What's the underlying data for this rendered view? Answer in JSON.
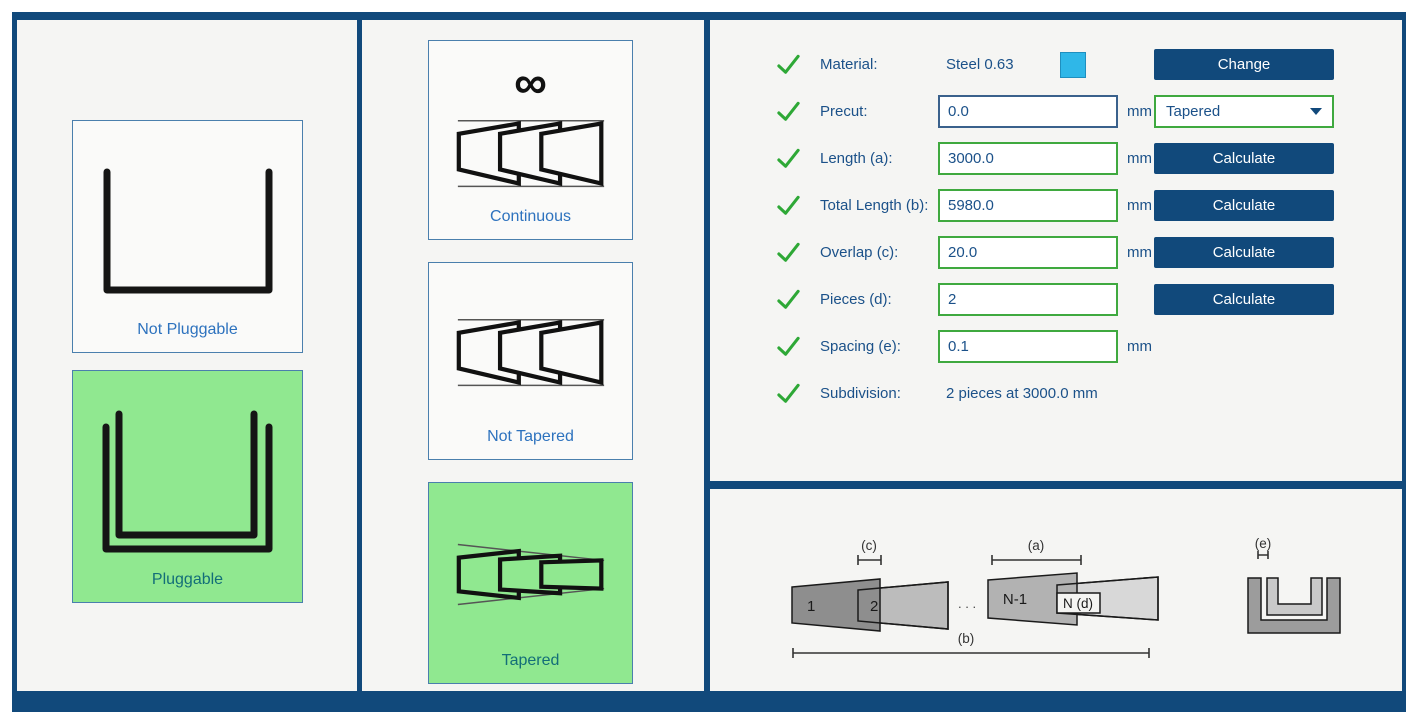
{
  "colors": {
    "frame_navy": "#11497B",
    "panel_bg": "#F5F5F3",
    "selected_green": "#90E890",
    "card_border_blue": "#4A7FAD",
    "input_border_green": "#3FA93F",
    "input_border_blue": "#3A618C",
    "check_green": "#2EA836",
    "text_navy": "#1B5189",
    "swatch_cyan": "#2FB7E8",
    "button_bg": "#11497B",
    "button_text": "#FFFFFF"
  },
  "left_panel": {
    "options": [
      {
        "label": "Not Pluggable",
        "selected": false
      },
      {
        "label": "Pluggable",
        "selected": true
      }
    ]
  },
  "middle_panel": {
    "infinity_symbol": "∞",
    "options": [
      {
        "label": "Continuous",
        "selected": false
      },
      {
        "label": "Not Tapered",
        "selected": false
      },
      {
        "label": "Tapered",
        "selected": true
      }
    ]
  },
  "form": {
    "material": {
      "label": "Material:",
      "value": "Steel 0.63",
      "button_label": "Change"
    },
    "precut": {
      "label": "Precut:",
      "value": "0.0",
      "unit": "mm",
      "dropdown_value": "Tapered"
    },
    "length_a": {
      "label": "Length (a):",
      "value": "3000.0",
      "unit": "mm",
      "button_label": "Calculate"
    },
    "total_length_b": {
      "label": "Total Length (b):",
      "value": "5980.0",
      "unit": "mm",
      "button_label": "Calculate"
    },
    "overlap_c": {
      "label": "Overlap (c):",
      "value": "20.0",
      "unit": "mm",
      "button_label": "Calculate"
    },
    "pieces_d": {
      "label": "Pieces (d):",
      "value": "2",
      "button_label": "Calculate"
    },
    "spacing_e": {
      "label": "Spacing (e):",
      "value": "0.1",
      "unit": "mm"
    },
    "subdivision": {
      "label": "Subdivision:",
      "value": "2 pieces at 3000.0 mm"
    }
  },
  "diagram": {
    "piece_labels": {
      "first": "1",
      "second": "2",
      "n_minus_1": "N-1",
      "n": "N (d)"
    },
    "ellipsis": ". . .",
    "dim_labels": {
      "a": "(a)",
      "b": "(b)",
      "c": "(c)",
      "e": "(e)"
    }
  }
}
